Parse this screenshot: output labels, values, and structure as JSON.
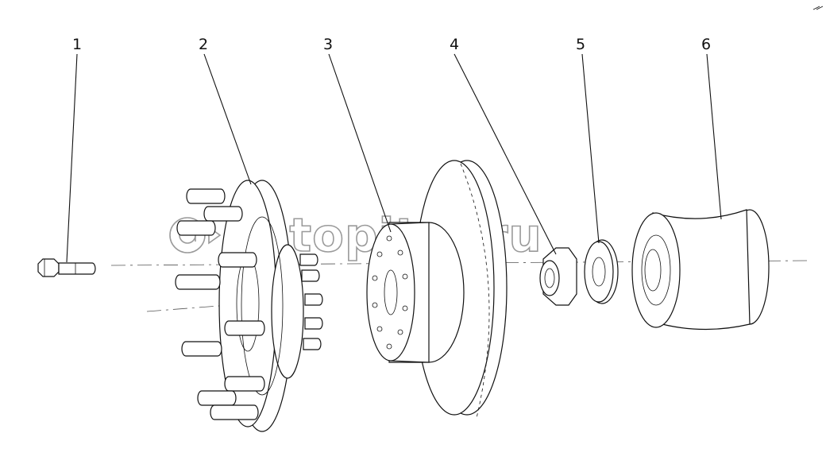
{
  "callouts": [
    "1",
    "2",
    "3",
    "4",
    "5",
    "6"
  ],
  "watermark": "autopiter.ru"
}
